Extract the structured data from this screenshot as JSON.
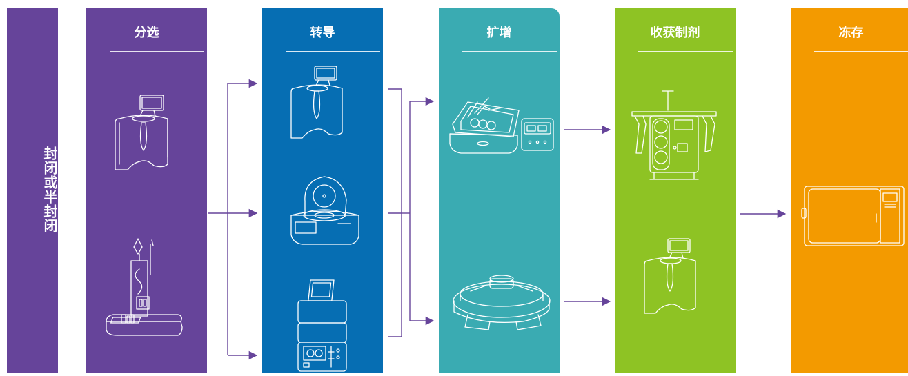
{
  "side_label": "封闭或半封闭",
  "stages": [
    {
      "title": "分选",
      "color": "#66449a"
    },
    {
      "title": "转导",
      "color": "#066eb3"
    },
    {
      "title": "扩增",
      "color": "#3aabb2"
    },
    {
      "title": "收获制剂",
      "color": "#8ec324"
    },
    {
      "title": "冻存",
      "color": "#f39a00"
    }
  ],
  "arrow_color": "#66449a",
  "icons": {
    "sorting": [
      "cell-processor-icon",
      "magnetic-separator-icon"
    ],
    "transduction": [
      "cell-processor-icon",
      "centrifuge-icon",
      "stacked-processor-icon"
    ],
    "expansion": [
      "rocking-bioreactor-icon",
      "rotating-bioreactor-icon"
    ],
    "harvest": [
      "harvest-system-icon",
      "cell-processor-icon"
    ],
    "cryo": [
      "controlled-rate-freezer-icon"
    ]
  }
}
